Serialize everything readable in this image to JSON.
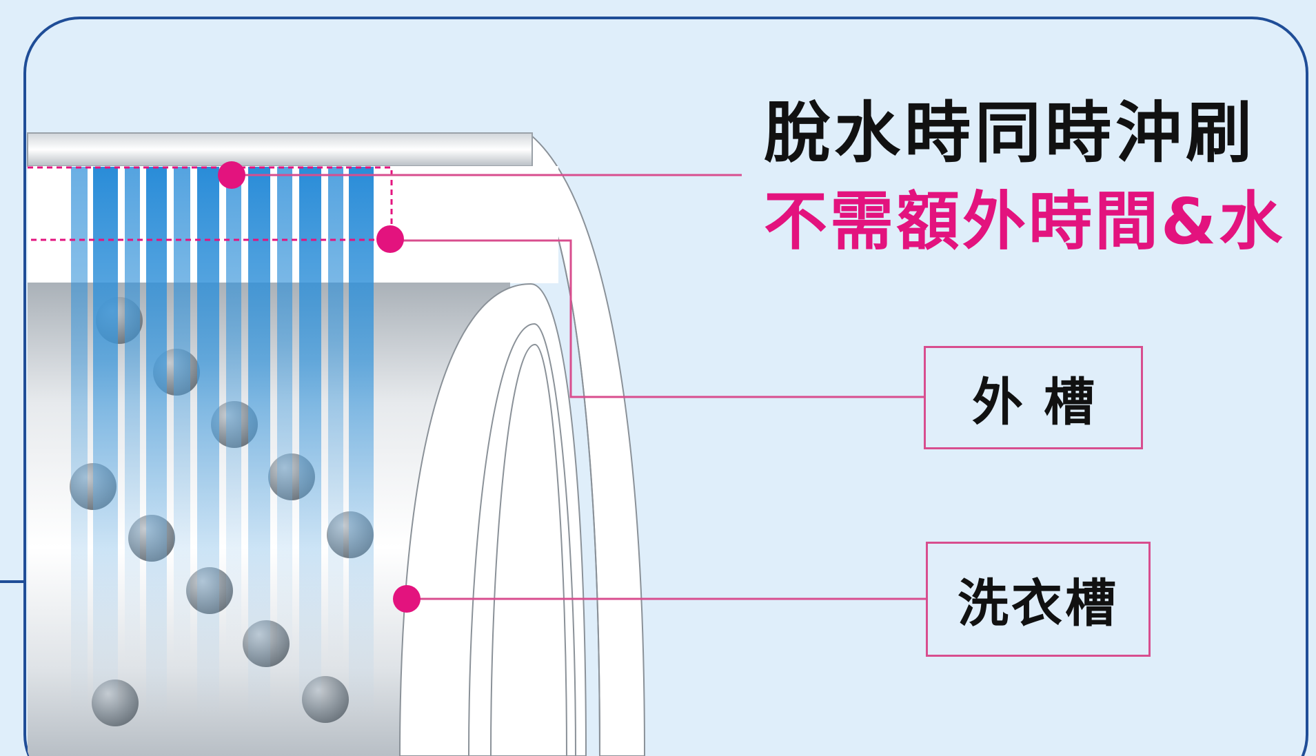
{
  "title": {
    "line1": "脫水時同時沖刷",
    "line2": "不需額外時間&水"
  },
  "labels": {
    "outer_tub": "外槽",
    "inner_tub": "洗衣槽"
  },
  "colors": {
    "background": "#dfeefa",
    "frame": "#1f4d97",
    "accent_magenta": "#e3137e",
    "water_blue": "#2a8ad6",
    "title_text": "#111111"
  },
  "icons": [
    "water-spray-icon",
    "callout-dot-icon"
  ]
}
